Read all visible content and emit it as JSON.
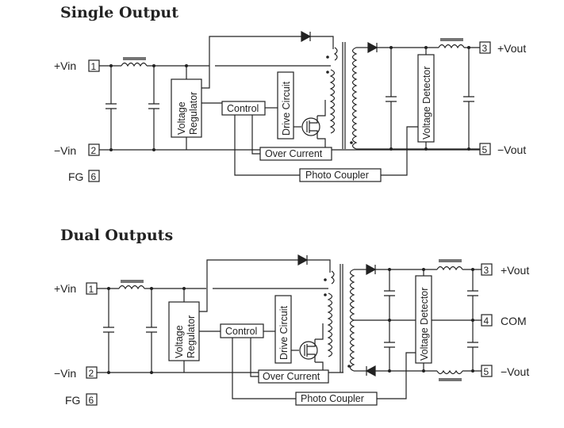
{
  "single": {
    "title": "Single Output",
    "vin_plus": "+Vin",
    "vin_plus_pin": "1",
    "vin_minus": "−Vin",
    "vin_minus_pin": "2",
    "fg": "FG",
    "fg_pin": "6",
    "vout_plus": "+Vout",
    "vout_plus_pin": "3",
    "vout_minus": "−Vout",
    "vout_minus_pin": "5",
    "voltage_regulator": [
      "Voltage",
      "Regulator"
    ],
    "control": "Control",
    "drive_circuit": "Drive Circuit",
    "over_current": "Over Current",
    "photo_coupler": "Photo Coupler",
    "voltage_detector": "Voltage Detector"
  },
  "dual": {
    "title": "Dual Outputs",
    "vin_plus": "+Vin",
    "vin_plus_pin": "1",
    "vin_minus": "−Vin",
    "vin_minus_pin": "2",
    "fg": "FG",
    "fg_pin": "6",
    "vout_plus": "+Vout",
    "vout_plus_pin": "3",
    "com": "COM",
    "com_pin": "4",
    "vout_minus": "−Vout",
    "vout_minus_pin": "5",
    "voltage_regulator": [
      "Voltage",
      "Regulator"
    ],
    "control": "Control",
    "drive_circuit": "Drive Circuit",
    "over_current": "Over Current",
    "photo_coupler": "Photo Coupler",
    "voltage_detector": "Voltage Detector"
  }
}
